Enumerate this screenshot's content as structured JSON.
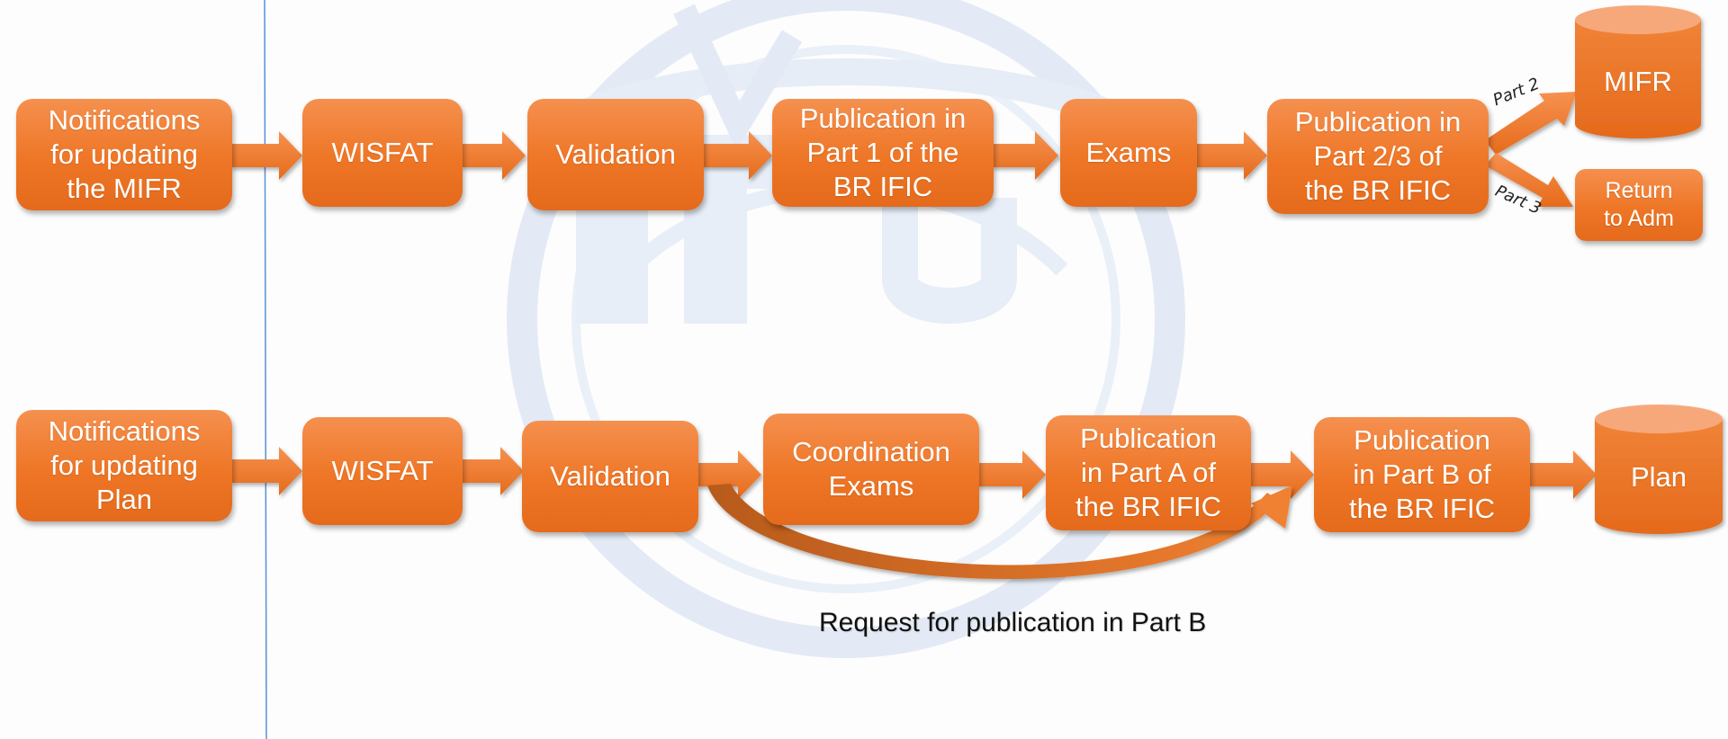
{
  "row1": {
    "notifications": "Notifications\nfor updating\nthe MIFR",
    "wisfat": "WISFAT",
    "validation": "Validation",
    "publication_part1": "Publication in\nPart 1 of the\nBR IFIC",
    "exams": "Exams",
    "publication_part23": "Publication in\nPart 2/3 of\nthe BR IFIC",
    "part2_label": "Part 2",
    "part3_label": "Part 3",
    "mifr": "MIFR",
    "return_to_adm": "Return\nto Adm"
  },
  "row2": {
    "notifications": "Notifications\nfor updating\nPlan",
    "wisfat": "WISFAT",
    "validation": "Validation",
    "coordination_exams": "Coordination\nExams",
    "publication_part_a": "Publication\nin Part  A of\nthe BR IFIC",
    "publication_part_b": "Publication\nin Part  B of\nthe BR IFIC",
    "plan": "Plan",
    "request_caption": "Request for publication in Part B"
  },
  "colors": {
    "box_orange": "#ee7626",
    "box_orange_light": "#f5904f",
    "divider_blue": "#5b8fd6",
    "watermark": "#dde6f3"
  }
}
